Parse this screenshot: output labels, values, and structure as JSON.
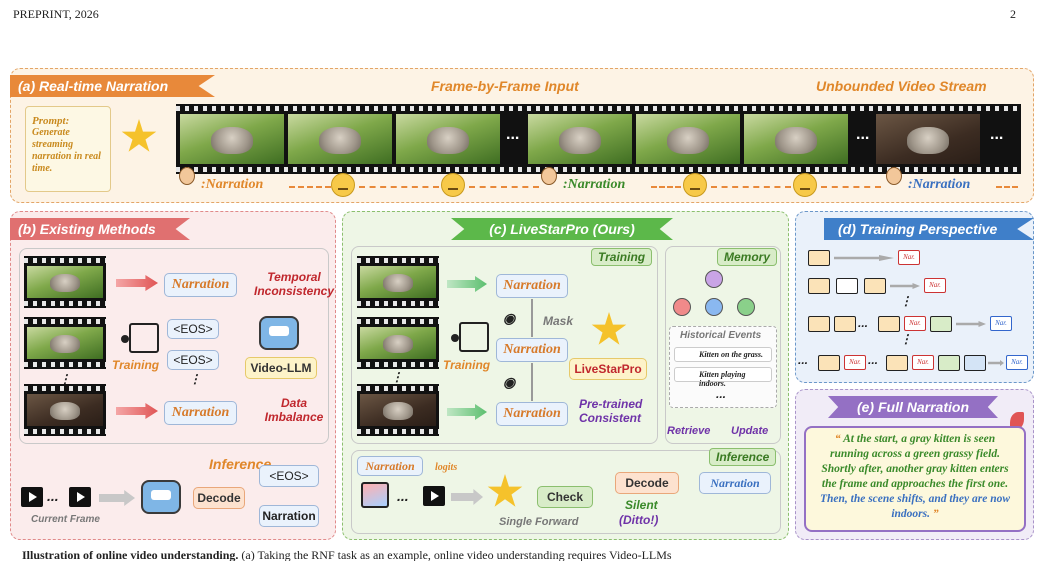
{
  "header": {
    "left": "PREPRINT, 2026",
    "right": "2"
  },
  "panel_a": {
    "title": "(a) Real-time Narration",
    "frame_input": "Frame-by-Frame Input",
    "unbounded": "Unbounded Video Stream",
    "prompt_label": "Prompt:",
    "prompt_text": "Generate streaming narration in real time.",
    "narration_1": ":Narration",
    "narration_2": ":Narration",
    "narration_3": ":Narration",
    "ellipsis": "..."
  },
  "panel_b": {
    "title": "(b) Existing Methods",
    "narration": "Narration",
    "eos": "<EOS>",
    "temporal": "Temporal Inconsistency",
    "training": "Training",
    "video_llm": "Video-LLM",
    "data_imbalance": "Data Imbalance",
    "inference": "Inference",
    "decode": "Decode",
    "current_frame": "Current Frame",
    "ellipsis": "...",
    "vdots": "⋮"
  },
  "panel_c": {
    "title": "(c) LiveStarPro (Ours)",
    "training_tag": "Training",
    "memory_tag": "Memory",
    "narration": "Narration",
    "mask": "Mask",
    "livestarpro": "LiveStarPro",
    "training": "Training",
    "pretrained": "Pre-trained Consistent",
    "historical_events": "Historical Events",
    "event_1": "Kitten on the grass.",
    "event_2": "Kitten playing indoors.",
    "retrieve": "Retrieve",
    "update": "Update",
    "inference_tag": "Inference",
    "logits": "logits",
    "check": "Check",
    "decode": "Decode",
    "silent": "Silent",
    "ditto": "(Ditto!)",
    "single_forward": "Single Forward",
    "ellipsis": "...",
    "vdots": "⋮"
  },
  "panel_d": {
    "title": "(d) Training Perspective",
    "nar": "Nar.",
    "vdots": "⋮",
    "ellipsis": "..."
  },
  "panel_e": {
    "title": "(e) Full Narration",
    "quote_open": "“ ",
    "part1": "At the start, a gray kitten is seen running across a green grassy field. Shortly after, another gray kitten enters the frame and approaches the first one.",
    "part2": " Then, the scene shifts, and they are now indoors.",
    "quote_close": " ”"
  },
  "caption": {
    "bold": "Illustration of online video understanding.",
    "rest": " (a) Taking the RNF task as an example, online video understanding requires Video-LLMs"
  }
}
